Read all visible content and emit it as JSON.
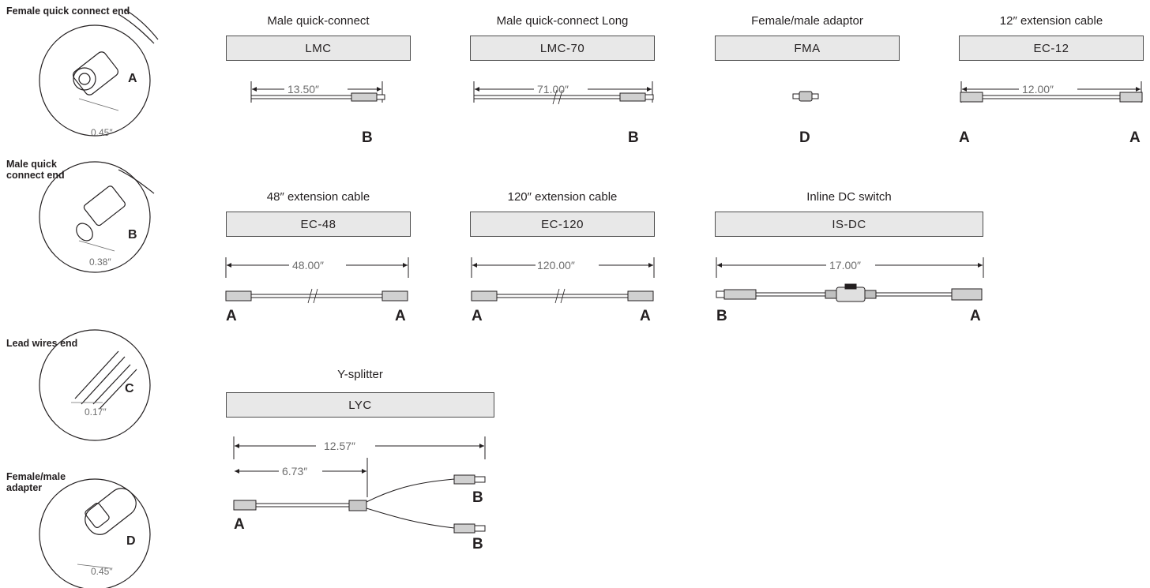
{
  "connector_ends": [
    {
      "label": "Female quick connect end",
      "letter": "A",
      "dim": "0.45″"
    },
    {
      "label": "Male quick connect end",
      "letter": "B",
      "dim": "0.38″"
    },
    {
      "label": "Lead wires end",
      "letter": "C",
      "dim": "0.17″"
    },
    {
      "label": "Female/male adapter",
      "letter": "D",
      "dim": "0.45″"
    }
  ],
  "products": [
    {
      "title": "Male quick-connect",
      "code": "LMC",
      "length": "13.50″",
      "left_end": "",
      "right_end": "B"
    },
    {
      "title": "Male quick-connect Long",
      "code": "LMC-70",
      "length": "71.00″",
      "left_end": "",
      "right_end": "B"
    },
    {
      "title": "Female/male adaptor",
      "code": "FMA",
      "length": "",
      "center_end": "D"
    },
    {
      "title": "12″ extension cable",
      "code": "EC-12",
      "length": "12.00″",
      "left_end": "A",
      "right_end": "A"
    },
    {
      "title": "48″ extension cable",
      "code": "EC-48",
      "length": "48.00″",
      "left_end": "A",
      "right_end": "A"
    },
    {
      "title": "120″ extension cable",
      "code": "EC-120",
      "length": "120.00″",
      "left_end": "A",
      "right_end": "A"
    },
    {
      "title": "Inline DC switch",
      "code": "IS-DC",
      "length": "17.00″",
      "left_end": "B",
      "right_end": "A"
    },
    {
      "title": "Y-splitter",
      "code": "LYC",
      "length": "12.57″",
      "sub_length": "6.73″",
      "left_end": "A",
      "right_end_top": "B",
      "right_end_bottom": "B"
    }
  ]
}
